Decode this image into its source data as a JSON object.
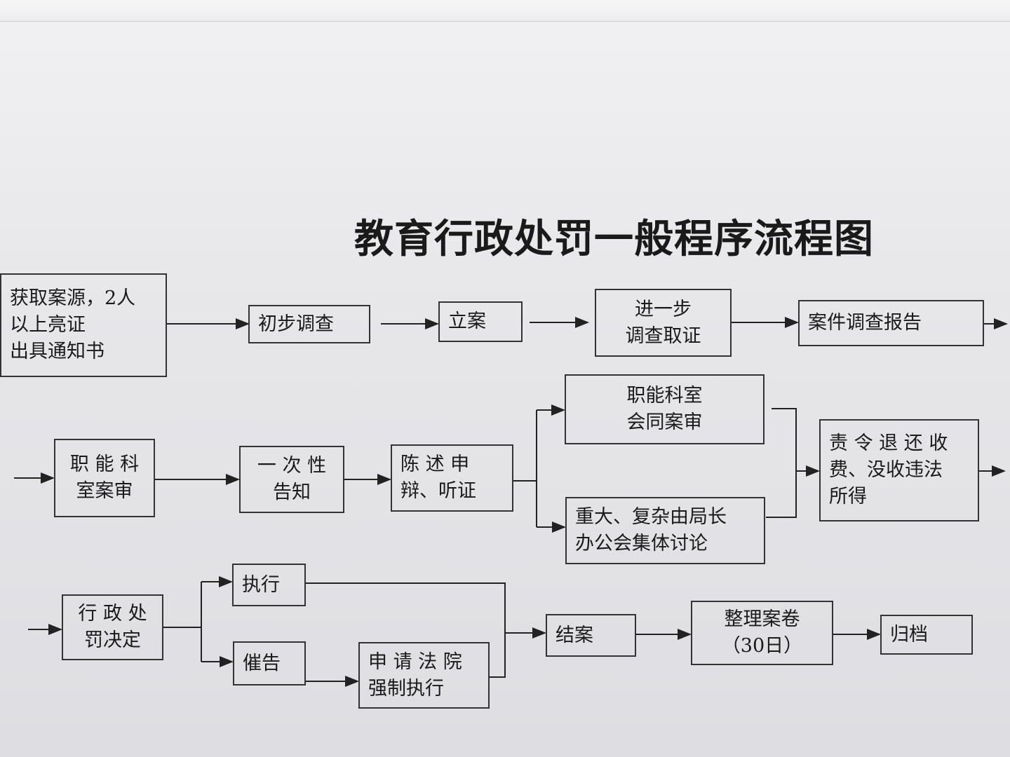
{
  "title": "教育行政处罚一般程序流程图",
  "row1": {
    "source": [
      "获取案源，2人",
      "以上亮证",
      "出具通知书"
    ],
    "preliminary": "初步调查",
    "filing": "立案",
    "further": [
      "进一步",
      "调查取证"
    ],
    "report": "案件调查报告"
  },
  "row2": {
    "dept_review": [
      "职 能 科",
      "室案审"
    ],
    "notice": [
      "一 次 性",
      "告知"
    ],
    "hearing": [
      "陈 述 申",
      "辩、听证"
    ],
    "joint_review": [
      "职能科室",
      "会同案审"
    ],
    "major": [
      "重大、复杂由局长",
      "办公会集体讨论"
    ],
    "order": [
      "责 令 退 还 收",
      "费、没收违法",
      "所得"
    ]
  },
  "row3": {
    "decision": [
      "行 政 处",
      "罚决定"
    ],
    "execute": "执行",
    "urge": "催告",
    "court": [
      "申 请 法 院",
      "强制执行"
    ],
    "close": "结案",
    "organize": [
      "整理案卷",
      "（30日）"
    ],
    "archive": "归档"
  }
}
